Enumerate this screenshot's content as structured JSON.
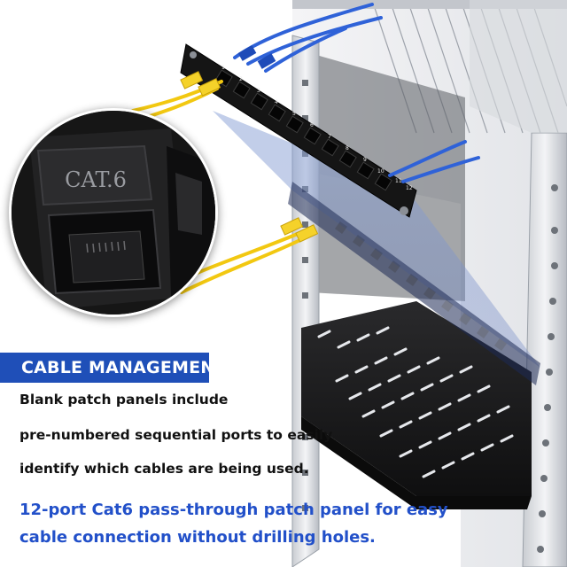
{
  "zoom_label": "CAT.6",
  "port_numbers": [
    "1",
    "2",
    "3",
    "4",
    "5",
    "6",
    "7",
    "8",
    "9",
    "10",
    "11",
    "12"
  ],
  "heading": "CABLE MANAGEMENT",
  "description_lines": [
    "Blank patch panels include",
    "pre-numbered sequential ports to easily",
    "identify which cables are being used."
  ],
  "highlight_lines": [
    "12-port Cat6 pass-through patch panel for easy",
    "cable connection without drilling holes."
  ],
  "colors": {
    "heading_bg": "#1f4fb8",
    "highlight_text": "#2250c9",
    "cable_yellow": "#f2c811",
    "cable_blue": "#2f62d8",
    "panel_black": "#151515"
  }
}
